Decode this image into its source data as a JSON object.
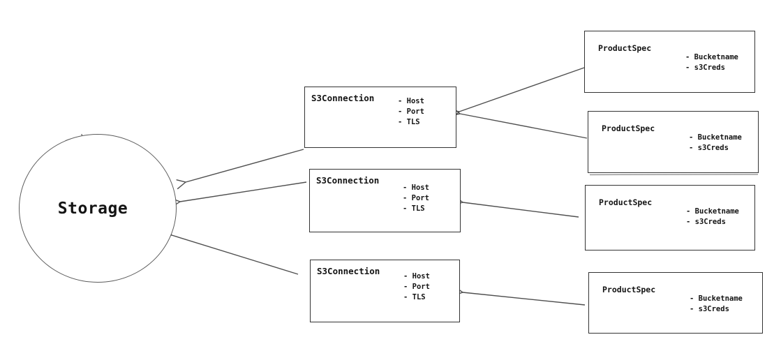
{
  "diagram": {
    "background_color": "#ffffff",
    "edge_color": "#4f4f4f",
    "box_stroke_color": "#333333",
    "text_color": "#141414",
    "storage_node": {
      "label": "Storage"
    },
    "s3_connection_nodes": [
      {
        "title": "S3Connection",
        "attributes": [
          "- Host",
          "- Port",
          "- TLS"
        ]
      },
      {
        "title": "S3Connection",
        "attributes": [
          "- Host",
          "- Port",
          "- TLS"
        ]
      },
      {
        "title": "S3Connection",
        "attributes": [
          "- Host",
          "- Port",
          "- TLS"
        ]
      }
    ],
    "product_spec_nodes": [
      {
        "title": "ProductSpec",
        "attributes": [
          "- Bucketname",
          "- s3Creds"
        ]
      },
      {
        "title": "ProductSpec",
        "attributes": [
          "- Bucketname",
          "- s3Creds"
        ]
      },
      {
        "title": "ProductSpec",
        "attributes": [
          "- Bucketname",
          "- s3Creds"
        ]
      },
      {
        "title": "ProductSpec",
        "attributes": [
          "- Bucketname",
          "- s3Creds"
        ]
      }
    ]
  }
}
